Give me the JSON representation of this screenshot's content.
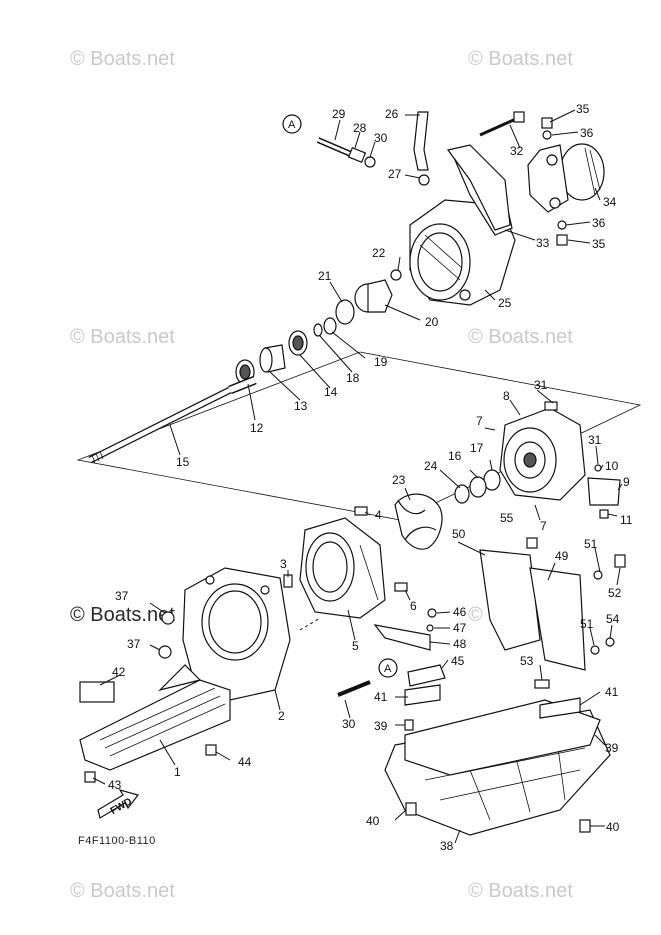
{
  "watermarks": [
    {
      "text": "© Boats.net",
      "dark": false
    },
    {
      "text": "© Boats.net",
      "dark": false
    },
    {
      "text": "© Boats.net",
      "dark": false
    },
    {
      "text": "© Boats.net",
      "dark": false
    },
    {
      "text": "© Boats.net",
      "dark": true
    },
    {
      "text": "© Boats.net",
      "dark": false
    },
    {
      "text": "© Boats.net",
      "dark": false
    },
    {
      "text": "© Boats.net",
      "dark": false
    }
  ],
  "diagram_code": "F4F1100-B110",
  "fwd_label": "FWD",
  "callout_A": "A",
  "part_labels": [
    "1",
    "2",
    "3",
    "4",
    "5",
    "6",
    "7",
    "7",
    "8",
    "9",
    "10",
    "11",
    "12",
    "13",
    "14",
    "15",
    "16",
    "17",
    "18",
    "19",
    "20",
    "21",
    "22",
    "23",
    "24",
    "25",
    "26",
    "27",
    "28",
    "29",
    "30",
    "30",
    "31",
    "31",
    "32",
    "33",
    "34",
    "35",
    "35",
    "36",
    "36",
    "37",
    "37",
    "38",
    "39",
    "39",
    "40",
    "40",
    "41",
    "41",
    "42",
    "43",
    "44",
    "45",
    "46",
    "47",
    "48",
    "49",
    "50",
    "51",
    "51",
    "52",
    "53",
    "54",
    "55"
  ]
}
